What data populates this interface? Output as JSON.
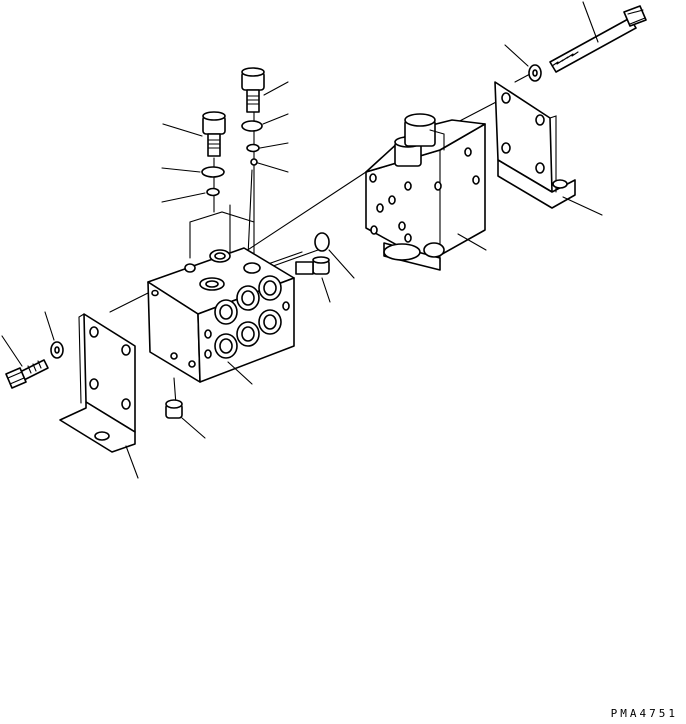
{
  "figure": {
    "drawing_code": "PMA4751",
    "background": "#ffffff",
    "line_color": "#000000"
  },
  "parts": [
    {
      "name": "long-bolt"
    },
    {
      "name": "washer-right"
    },
    {
      "name": "bracket-right"
    },
    {
      "name": "valve-body"
    },
    {
      "name": "plug-upper-right"
    },
    {
      "name": "o-ring-upper-right"
    },
    {
      "name": "o-ring-small-right"
    },
    {
      "name": "ball"
    },
    {
      "name": "plug-upper-left"
    },
    {
      "name": "o-ring-upper-left"
    },
    {
      "name": "o-ring-small-left"
    },
    {
      "name": "o-ring-side"
    },
    {
      "name": "plug-side"
    },
    {
      "name": "manifold-block"
    },
    {
      "name": "plug-bottom"
    },
    {
      "name": "bracket-left"
    },
    {
      "name": "washer-left"
    },
    {
      "name": "bolt-left"
    }
  ]
}
